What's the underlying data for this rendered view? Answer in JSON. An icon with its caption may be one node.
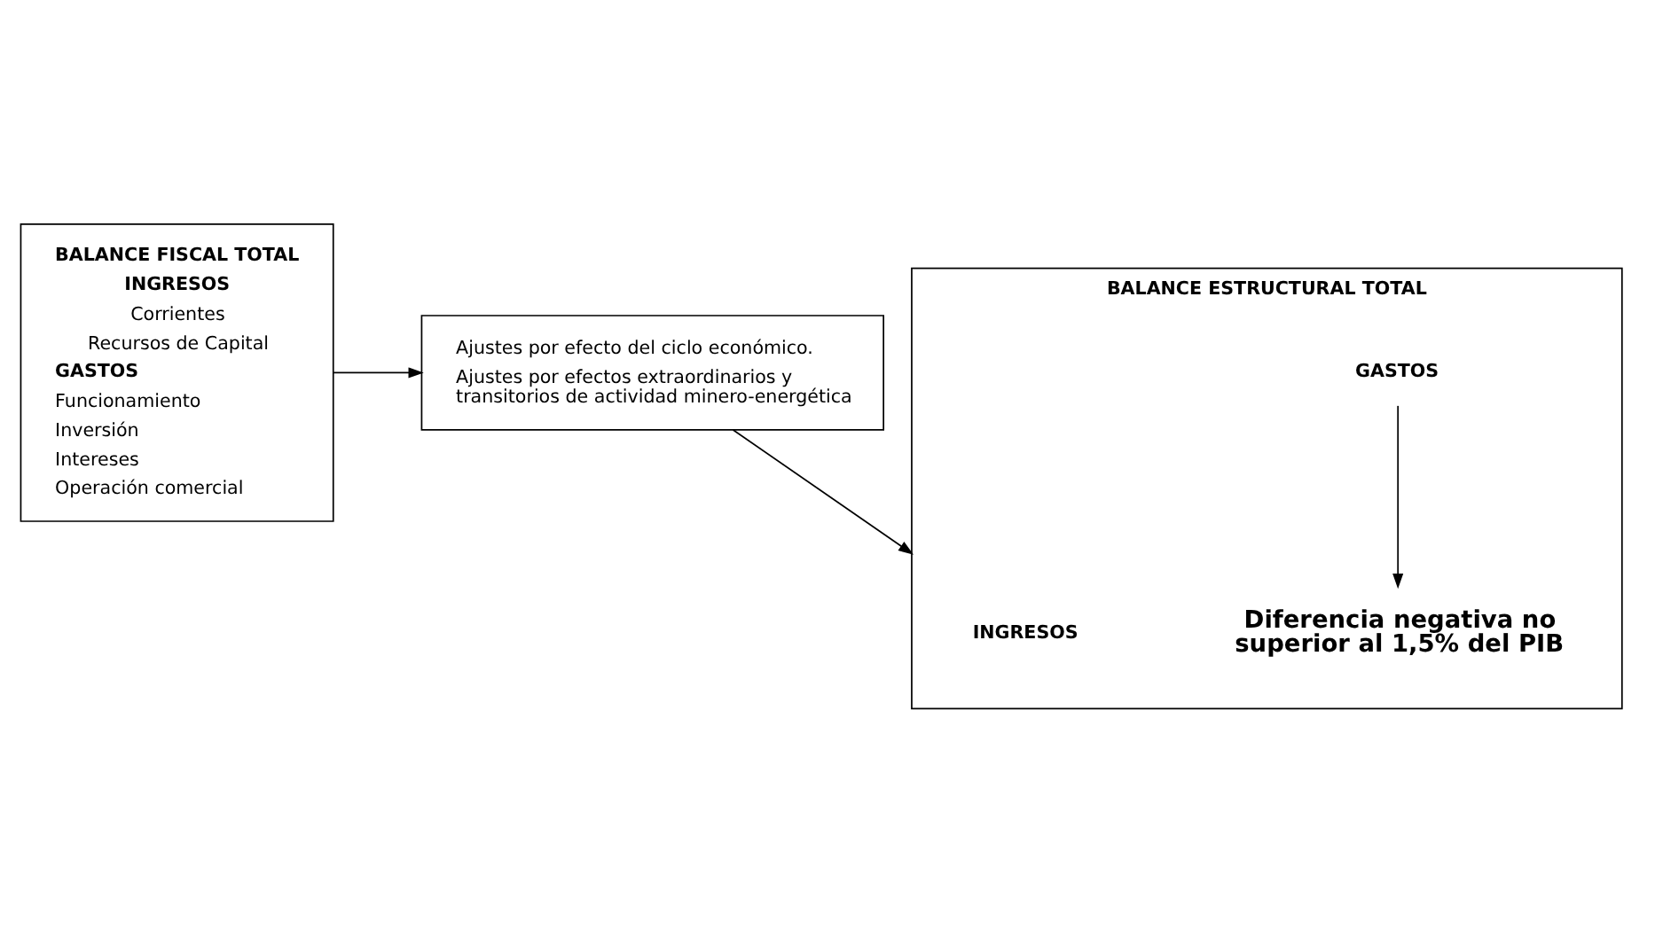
{
  "diagram": {
    "nodes": [
      {
        "text": [
          "BALANCE FISCAL TOTAL",
          "INGRESOS",
          "Corrientes",
          "Recursos de Capital",
          "GASTOS",
          "Funcionamiento",
          "Inversión",
          "Intereses",
          "Operación comercial"
        ]
      },
      {
        "text": [
          "Ajustes por efecto del ciclo económico.",
          "Ajustes por efectos extraordinarios y transitorios de actividad minero-energética"
        ]
      },
      {
        "text": [
          "BALANCE ESTRUCTURAL TOTAL"
        ]
      },
      {
        "text": [
          "INGRESOS"
        ],
        "in": 2
      },
      {
        "text": [
          "GASTOS"
        ],
        "in": 2
      },
      {
        "text": [
          "Diferencia negativa no superior al 1,5% del PIB"
        ],
        "in": 2
      }
    ],
    "edges": [
      {
        "from": 0,
        "to": 1,
        "arrow": "to"
      },
      {
        "from": 1,
        "to": 2,
        "arrow": "to"
      },
      {
        "from": 4,
        "to": 5,
        "arrow": "to"
      }
    ]
  }
}
